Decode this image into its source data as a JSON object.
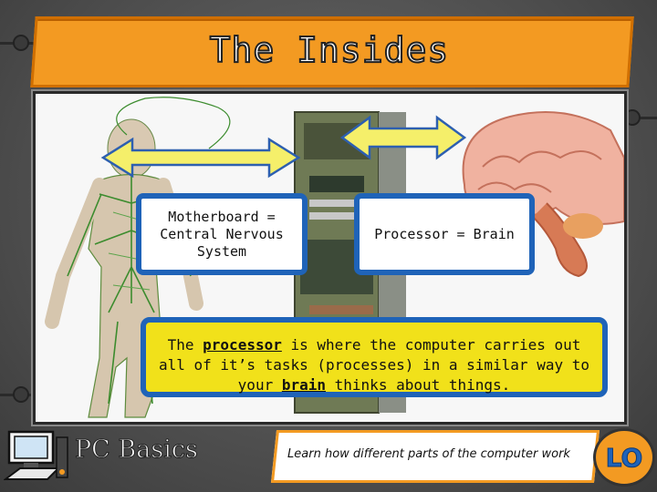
{
  "title": "The Insides",
  "callouts": {
    "left": "Motherboard = Central Nervous System",
    "right": "Processor = Brain"
  },
  "info": {
    "pre": "The ",
    "processor": "processor",
    "mid": " is where the computer carries out all of it’s tasks (processes) in a similar way to your ",
    "brain": "brain",
    "post": " thinks about things."
  },
  "footer": {
    "brand": "PC Basics",
    "objective": "Learn how different parts of the computer work",
    "badge": "LO"
  },
  "colors": {
    "accent": "#f39a22",
    "callout_border": "#1f63b8",
    "info_bg": "#f1e11a"
  },
  "icons": [
    "nervous-system-icon",
    "motherboard-icon",
    "brain-icon",
    "double-arrow-icon",
    "computer-icon"
  ]
}
